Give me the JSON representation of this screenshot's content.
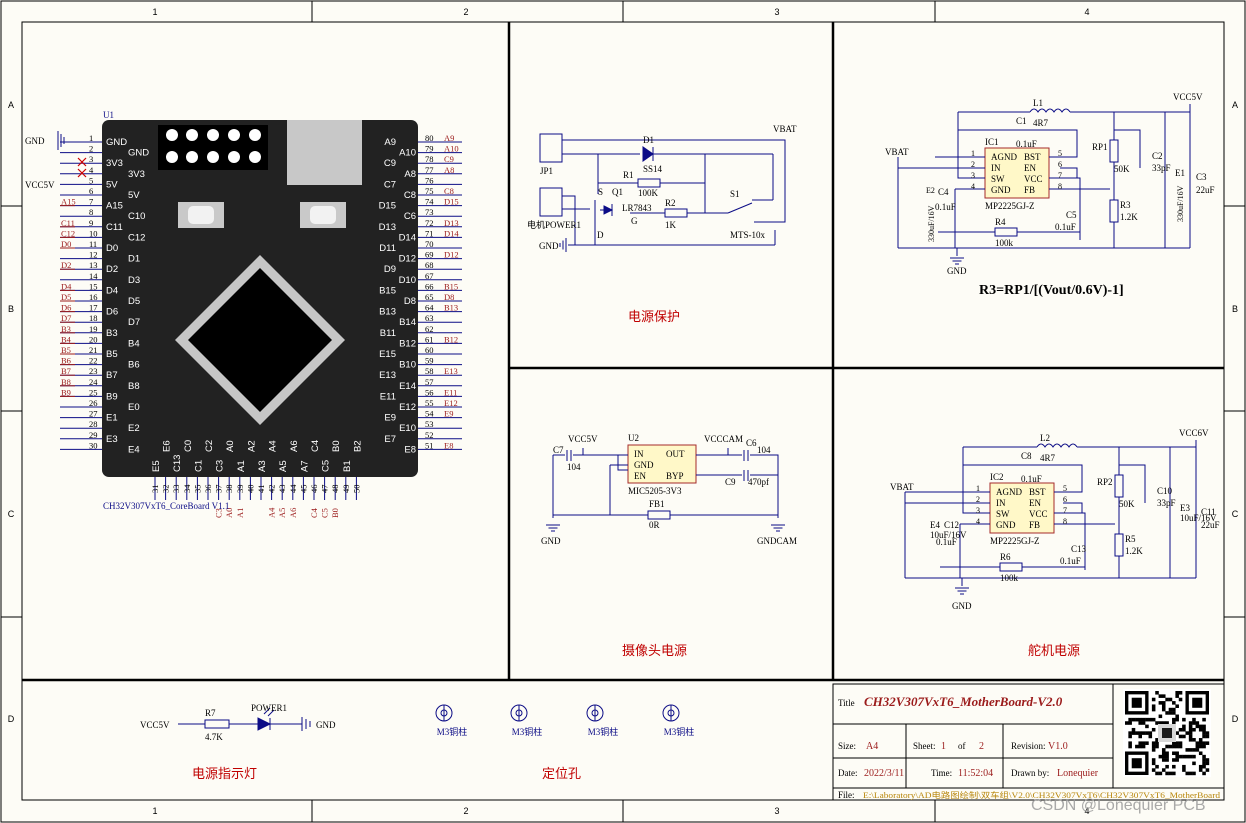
{
  "frame": {
    "cols": [
      "1",
      "2",
      "3",
      "4"
    ],
    "rows": [
      "A",
      "B",
      "C",
      "D"
    ]
  },
  "mcu": {
    "designator": "U1",
    "label": "CH32V307VxT6_CoreBoard V1.1",
    "left_pins": [
      {
        "n": "1",
        "name": "GND",
        "net": "GND"
      },
      {
        "n": "2",
        "name": "GND",
        "net": ""
      },
      {
        "n": "3",
        "name": "3V3",
        "net": ""
      },
      {
        "n": "4",
        "name": "3V3",
        "net": ""
      },
      {
        "n": "5",
        "name": "5V",
        "net": "VCC5V"
      },
      {
        "n": "6",
        "name": "5V",
        "net": ""
      },
      {
        "n": "7",
        "name": "A15",
        "net": "A15"
      },
      {
        "n": "8",
        "name": "C10",
        "net": ""
      },
      {
        "n": "9",
        "name": "C11",
        "net": "C11"
      },
      {
        "n": "10",
        "name": "C12",
        "net": "C12"
      },
      {
        "n": "11",
        "name": "D0",
        "net": "D0"
      },
      {
        "n": "12",
        "name": "D1",
        "net": ""
      },
      {
        "n": "13",
        "name": "D2",
        "net": "D2"
      },
      {
        "n": "14",
        "name": "D3",
        "net": ""
      },
      {
        "n": "15",
        "name": "D4",
        "net": "D4"
      },
      {
        "n": "16",
        "name": "D5",
        "net": "D5"
      },
      {
        "n": "17",
        "name": "D6",
        "net": "D6"
      },
      {
        "n": "18",
        "name": "D7",
        "net": "D7"
      },
      {
        "n": "19",
        "name": "B3",
        "net": "B3"
      },
      {
        "n": "20",
        "name": "B4",
        "net": "B4"
      },
      {
        "n": "21",
        "name": "B5",
        "net": "B5"
      },
      {
        "n": "22",
        "name": "B6",
        "net": "B6"
      },
      {
        "n": "23",
        "name": "B7",
        "net": "B7"
      },
      {
        "n": "24",
        "name": "B8",
        "net": "B8"
      },
      {
        "n": "25",
        "name": "B9",
        "net": "B9"
      },
      {
        "n": "26",
        "name": "E0",
        "net": ""
      },
      {
        "n": "27",
        "name": "E1",
        "net": ""
      },
      {
        "n": "28",
        "name": "E2",
        "net": ""
      },
      {
        "n": "29",
        "name": "E3",
        "net": ""
      },
      {
        "n": "30",
        "name": "E4",
        "net": ""
      }
    ],
    "right_pins": [
      {
        "n": "80",
        "name": "A9",
        "net": "A9"
      },
      {
        "n": "79",
        "name": "A10",
        "net": "A10"
      },
      {
        "n": "78",
        "name": "C9",
        "net": "C9"
      },
      {
        "n": "77",
        "name": "A8",
        "net": "A8"
      },
      {
        "n": "76",
        "name": "C7",
        "net": ""
      },
      {
        "n": "75",
        "name": "C8",
        "net": "C8"
      },
      {
        "n": "74",
        "name": "D15",
        "net": "D15"
      },
      {
        "n": "73",
        "name": "C6",
        "net": ""
      },
      {
        "n": "72",
        "name": "D13",
        "net": "D13"
      },
      {
        "n": "71",
        "name": "D14",
        "net": "D14"
      },
      {
        "n": "70",
        "name": "D11",
        "net": ""
      },
      {
        "n": "69",
        "name": "D12",
        "net": "D12"
      },
      {
        "n": "68",
        "name": "D9",
        "net": ""
      },
      {
        "n": "67",
        "name": "D10",
        "net": ""
      },
      {
        "n": "66",
        "name": "B15",
        "net": "B15"
      },
      {
        "n": "65",
        "name": "D8",
        "net": "D8"
      },
      {
        "n": "64",
        "name": "B13",
        "net": "B13"
      },
      {
        "n": "63",
        "name": "B14",
        "net": ""
      },
      {
        "n": "62",
        "name": "B11",
        "net": ""
      },
      {
        "n": "61",
        "name": "B12",
        "net": "B12"
      },
      {
        "n": "60",
        "name": "E15",
        "net": ""
      },
      {
        "n": "59",
        "name": "B10",
        "net": ""
      },
      {
        "n": "58",
        "name": "E13",
        "net": "E13"
      },
      {
        "n": "57",
        "name": "E14",
        "net": ""
      },
      {
        "n": "56",
        "name": "E11",
        "net": "E11"
      },
      {
        "n": "55",
        "name": "E12",
        "net": "E12"
      },
      {
        "n": "54",
        "name": "E9",
        "net": "E9"
      },
      {
        "n": "53",
        "name": "E10",
        "net": ""
      },
      {
        "n": "52",
        "name": "E7",
        "net": ""
      },
      {
        "n": "51",
        "name": "E8",
        "net": "E8"
      }
    ],
    "bottom_pins": [
      {
        "n": "31",
        "name": "E5",
        "net": ""
      },
      {
        "n": "32",
        "name": "E6",
        "net": ""
      },
      {
        "n": "33",
        "name": "C13",
        "net": ""
      },
      {
        "n": "34",
        "name": "C0",
        "net": ""
      },
      {
        "n": "35",
        "name": "C1",
        "net": ""
      },
      {
        "n": "36",
        "name": "C2",
        "net": ""
      },
      {
        "n": "37",
        "name": "C3",
        "net": "C3"
      },
      {
        "n": "38",
        "name": "A0",
        "net": "A0"
      },
      {
        "n": "39",
        "name": "A1",
        "net": "A1"
      },
      {
        "n": "40",
        "name": "A2",
        "net": ""
      },
      {
        "n": "41",
        "name": "A3",
        "net": ""
      },
      {
        "n": "42",
        "name": "A4",
        "net": "A4"
      },
      {
        "n": "43",
        "name": "A5",
        "net": "A5"
      },
      {
        "n": "44",
        "name": "A6",
        "net": "A6"
      },
      {
        "n": "45",
        "name": "A7",
        "net": ""
      },
      {
        "n": "46",
        "name": "C4",
        "net": "C4"
      },
      {
        "n": "47",
        "name": "C5",
        "net": "C5"
      },
      {
        "n": "48",
        "name": "B0",
        "net": "B0"
      },
      {
        "n": "49",
        "name": "B1",
        "net": ""
      },
      {
        "n": "50",
        "name": "B2",
        "net": ""
      }
    ]
  },
  "power_protect": {
    "title": "电源保护",
    "jp1": "JP1",
    "power1": "电机POWER1",
    "d1": "D1",
    "ss14": "SS14",
    "r1": "R1",
    "r1v": "100K",
    "r2": "R2",
    "r2v": "1K",
    "q1": "Q1",
    "lr": "LR7843",
    "s1": "S1",
    "mts": "MTS-10x",
    "vbat": "VBAT",
    "gnd": "GND",
    "s": "S",
    "g": "G",
    "d": "D"
  },
  "camera": {
    "title": "摄像头电源",
    "u2": "U2",
    "part": "MIC5205-3V3",
    "vin": "VCC5V",
    "vout": "VCCCAM",
    "c7": "C7",
    "c7v": "104",
    "c6": "C6",
    "c6v": "104",
    "c9": "C9",
    "c9v": "470pf",
    "fb1": "FB1",
    "fb1v": "0R",
    "gnd": "GND",
    "gndcam": "GNDCAM",
    "pin_in": "IN",
    "pin_gnd": "GND",
    "pin_en": "EN",
    "pin_out": "OUT",
    "pin_byp": "BYP"
  },
  "buck1": {
    "formula": "R3=RP1/[(Vout/0.6V)-1]",
    "ic": "IC1",
    "part": "MP2225GJ-Z",
    "l": "L1",
    "lv": "4R7",
    "c1": "C1",
    "c1v": "0.1uF",
    "rp": "RP1",
    "rpv": "50K",
    "c2": "C2",
    "c2v": "33pF",
    "e1": "E1",
    "e1v": "330uF/16V",
    "c3": "C3",
    "c3v": "22uF",
    "r3": "R3",
    "r3v": "1.2K",
    "r4": "R4",
    "r4v": "100k",
    "c5": "C5",
    "c5v": "0.1uF",
    "e2": "E2",
    "e2v": "330uF/16V",
    "c4": "C4",
    "c4v": "0.1uF",
    "vin": "VBAT",
    "vout": "VCC5V",
    "gnd": "GND"
  },
  "buck2": {
    "title": "舵机电源",
    "ic": "IC2",
    "part": "MP2225GJ-Z",
    "l": "L2",
    "lv": "4R7",
    "c8": "C8",
    "c8v": "0.1uF",
    "rp": "RP2",
    "rpv": "50K",
    "c10": "C10",
    "c10v": "33pF",
    "c11": "C11",
    "c11v": "22uF",
    "e3": "E3",
    "e3v": "10uF/16V",
    "r5": "R5",
    "r5v": "1.2K",
    "r6": "R6",
    "r6v": "100k",
    "c13": "C13",
    "c13v": "0.1uF",
    "e4": "E4",
    "e4v": "10uF/16V",
    "c12": "C12",
    "c12v": "0.1uF",
    "vin": "VBAT",
    "vout": "VCC6V",
    "gnd": "GND"
  },
  "ic_pins": {
    "left": [
      "AGND",
      "IN",
      "SW",
      "GND"
    ],
    "right": [
      "BST",
      "EN",
      "VCC",
      "FB"
    ],
    "lnum": [
      "1",
      "2",
      "3",
      "4"
    ],
    "rnum": [
      "5",
      "6",
      "7",
      "8"
    ]
  },
  "led": {
    "title": "电源指示灯",
    "vcc": "VCC5V",
    "r": "R7",
    "rv": "4.7K",
    "led": "POWER1",
    "gnd": "GND"
  },
  "holes": {
    "title": "定位孔",
    "items": [
      "M3铜柱",
      "M3铜柱",
      "M3铜柱",
      "M3铜柱"
    ]
  },
  "titleblock": {
    "title_label": "Title",
    "title": "CH32V307VxT6_MotherBoard-V2.0",
    "size_label": "Size:",
    "size": "A4",
    "sheet_label": "Sheet:",
    "sheet": "1",
    "of_label": "of",
    "sheets": "2",
    "rev_label": "Revision:",
    "rev": "V1.0",
    "date_label": "Date:",
    "date": "2022/3/11",
    "time_label": "Time:",
    "time": "11:52:04",
    "drawn_label": "Drawn by:",
    "drawn": "Lonequier",
    "file_label": "File:",
    "file": "E:\\Laboratory\\AD电路图绘制\\双车组\\V2.0\\CH32V307VxT6\\CH32V307VxT6_MotherBoard"
  },
  "watermark": "CSDN @Lonequier PCB",
  "colors": {
    "wire": "#0c0c86",
    "net": "#9b1b1b",
    "frame": "#000000",
    "chip": "#222222",
    "bg": "#fdfcf6"
  }
}
